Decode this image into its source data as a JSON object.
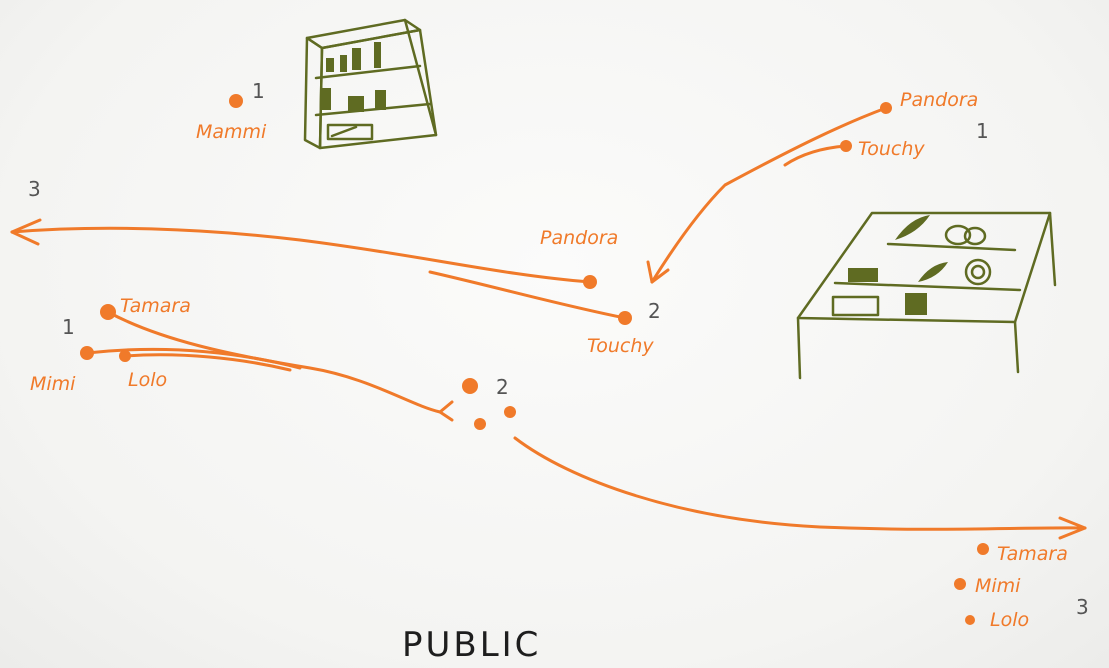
{
  "title": "PUBLIC",
  "colors": {
    "path": "#f07a2a",
    "furniture": "#5f6b22",
    "number": "#555555",
    "title": "#1e1e1e"
  },
  "labels": {
    "mammi": "Mammi",
    "pandora_top": "Pandora",
    "touchy_top": "Touchy",
    "pandora_mid": "Pandora",
    "touchy_mid": "Touchy",
    "tamara_left": "Tamara",
    "mimi_left": "Mimi",
    "lolo_left": "Lolo",
    "tamara_right": "Tamara",
    "mimi_right": "Mimi",
    "lolo_right": "Lolo"
  },
  "numbers": {
    "mammi_step": "1",
    "top_right_step": "1",
    "far_left_step": "3",
    "touchy_step": "2",
    "left_group_step": "1",
    "center_group_step": "2",
    "bottom_right_step": "3"
  },
  "icons": {
    "shelf": "vending-shelf-icon",
    "market": "produce-table-icon"
  }
}
